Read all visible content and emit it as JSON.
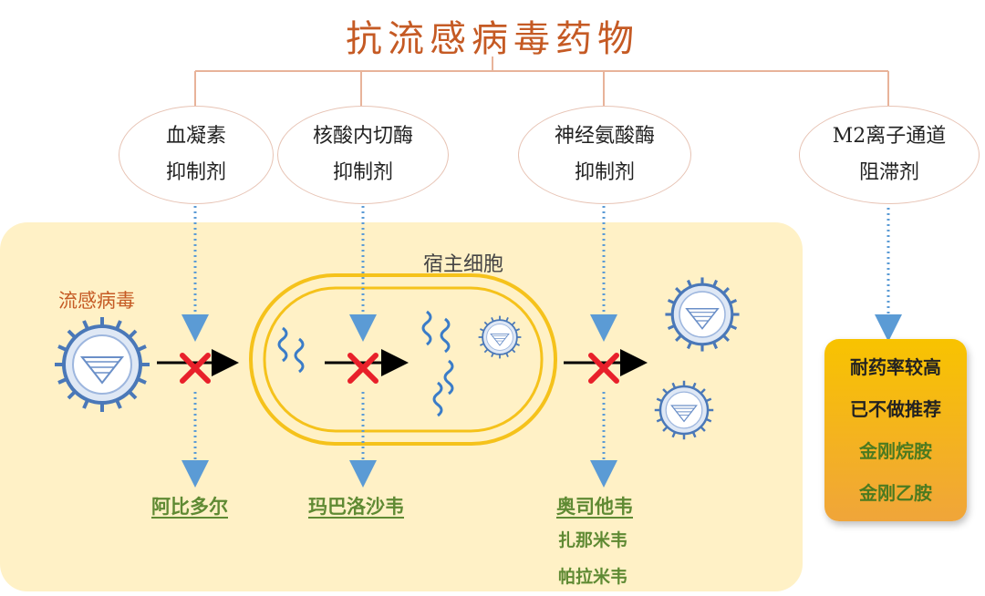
{
  "title": "抗流感病毒药物",
  "classes": [
    {
      "line1": "血凝素",
      "line2": "抑制剂"
    },
    {
      "line1": "核酸内切酶",
      "line2": "抑制剂"
    },
    {
      "line1": "神经氨酸酶",
      "line2": "抑制剂"
    },
    {
      "line1": "M2离子通道",
      "line2": "阻滞剂"
    }
  ],
  "labels": {
    "host_cell": "宿主细胞",
    "virus": "流感病毒"
  },
  "drugs": {
    "hemagglutinin": "阿比多尔",
    "endonuclease": "玛巴洛沙韦",
    "neuraminidase": [
      "奥司他韦",
      "扎那米韦",
      "帕拉米韦"
    ]
  },
  "m2_box": [
    "耐药率较高",
    "已不做推荐",
    "金刚烷胺",
    "金刚乙胺"
  ],
  "colors": {
    "title": "#c55a24",
    "connector": "#e8b39a",
    "panel": "#fff1c6",
    "cell": "#f5c21b",
    "drug": "#5f8a33",
    "blocked": "#e8202a",
    "dotted": "#5b9bd5"
  }
}
